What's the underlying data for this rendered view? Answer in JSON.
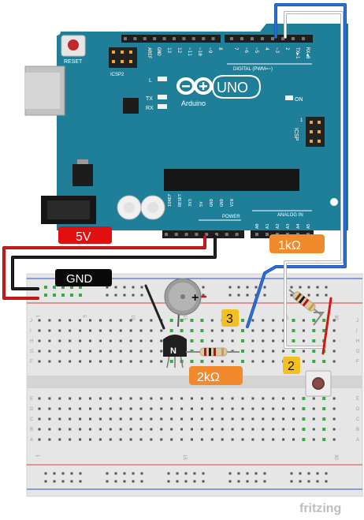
{
  "board": {
    "reset_label": "RESET",
    "icsp2_label": "ICSP2",
    "aref_label": "AREF",
    "gnd_label": "GND",
    "pin_13": "13",
    "pin_12": "12",
    "pin_11": "~11",
    "pin_10": "~10",
    "pin_9": "~9",
    "pin_8": "8",
    "pin_7": "7",
    "pin_6": "~6",
    "pin_5": "~5",
    "pin_4": "4",
    "pin_3": "~3",
    "pin_2": "2",
    "pin_tx": "TX▶1",
    "pin_rx": "RX◀0",
    "digital_label": "DIGITAL (PWM=~)",
    "led_l": "L",
    "led_tx": "TX",
    "led_rx": "RX",
    "brand": "Arduino",
    "model": "UNO",
    "on_label": "ON",
    "icsp_label": "ICSP",
    "icsp_pin1": "1",
    "power_label": "POWER",
    "power_pins": [
      "IOREF",
      "RESET",
      "3V3",
      "5V",
      "GND",
      "GND",
      "VIN"
    ],
    "analog_label": "ANALOG IN",
    "analog_pins": [
      "A0",
      "A1",
      "A2",
      "A3",
      "A4",
      "A5"
    ]
  },
  "labels": {
    "five_v": "5V",
    "gnd": "GND",
    "r1": "1kΩ",
    "r2": "2kΩ",
    "marker_3": "3",
    "marker_2": "2",
    "transistor": "N"
  },
  "breadboard": {
    "col_numbers": [
      "1",
      "5",
      "10",
      "15",
      "20",
      "25",
      "30"
    ],
    "rows_top": [
      "J",
      "I",
      "H",
      "G",
      "F"
    ],
    "rows_bottom": [
      "E",
      "D",
      "C",
      "B",
      "A"
    ]
  },
  "footer": {
    "brand": "fritzing"
  },
  "colors": {
    "board": "#1f7f99",
    "board_dark": "#186a80",
    "wire_red": "#d01818",
    "wire_black": "#1a1a1a",
    "wire_blue": "#2d6fd6",
    "wire_white": "#ffffff",
    "wire_green": "#39a845",
    "label_red": "#e01010",
    "label_black": "#0a0a0a",
    "label_orange": "#f08a2c",
    "label_yellow": "#f4c020",
    "breadboard": "#e4e4e4",
    "rail_red": "#d84040",
    "rail_blue": "#3050c8"
  }
}
